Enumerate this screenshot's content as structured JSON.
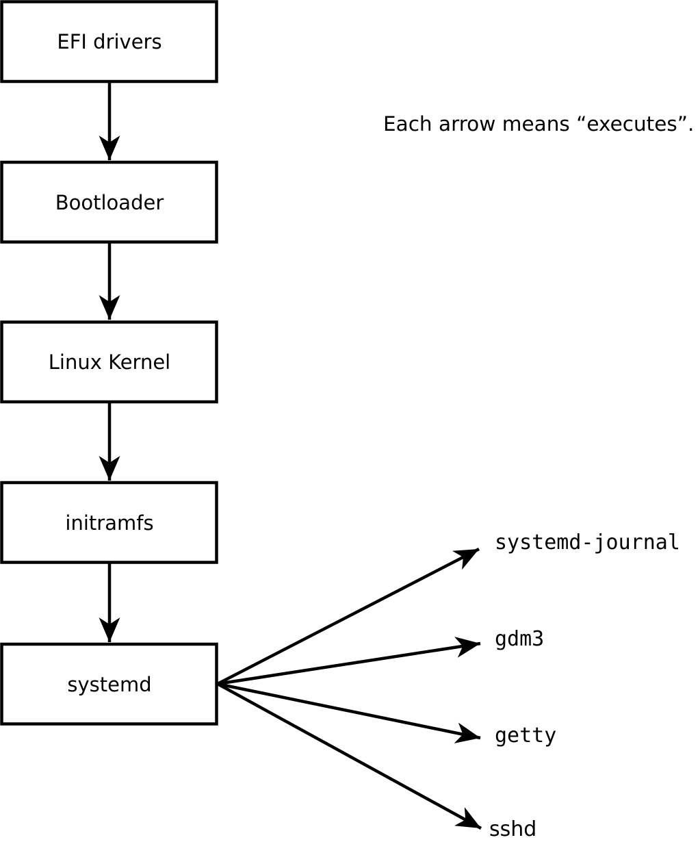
{
  "diagram": {
    "title_note": "Each arrow means “executes”.",
    "edge_meaning": "executes",
    "chain": [
      {
        "id": "efi-drivers",
        "label": "EFI drivers"
      },
      {
        "id": "bootloader",
        "label": "Bootloader"
      },
      {
        "id": "linux-kernel",
        "label": "Linux Kernel"
      },
      {
        "id": "initramfs",
        "label": "initramfs"
      },
      {
        "id": "systemd",
        "label": "systemd"
      }
    ],
    "spawned_processes": [
      {
        "id": "systemd-journal",
        "label": "systemd-journal"
      },
      {
        "id": "gdm3",
        "label": "gdm3"
      },
      {
        "id": "getty",
        "label": "getty"
      },
      {
        "id": "sshd",
        "label": "sshd"
      }
    ],
    "colors": {
      "background": "#ffffff",
      "box_fill": "#ffffff",
      "line": "#000000",
      "text": "#000000"
    }
  }
}
